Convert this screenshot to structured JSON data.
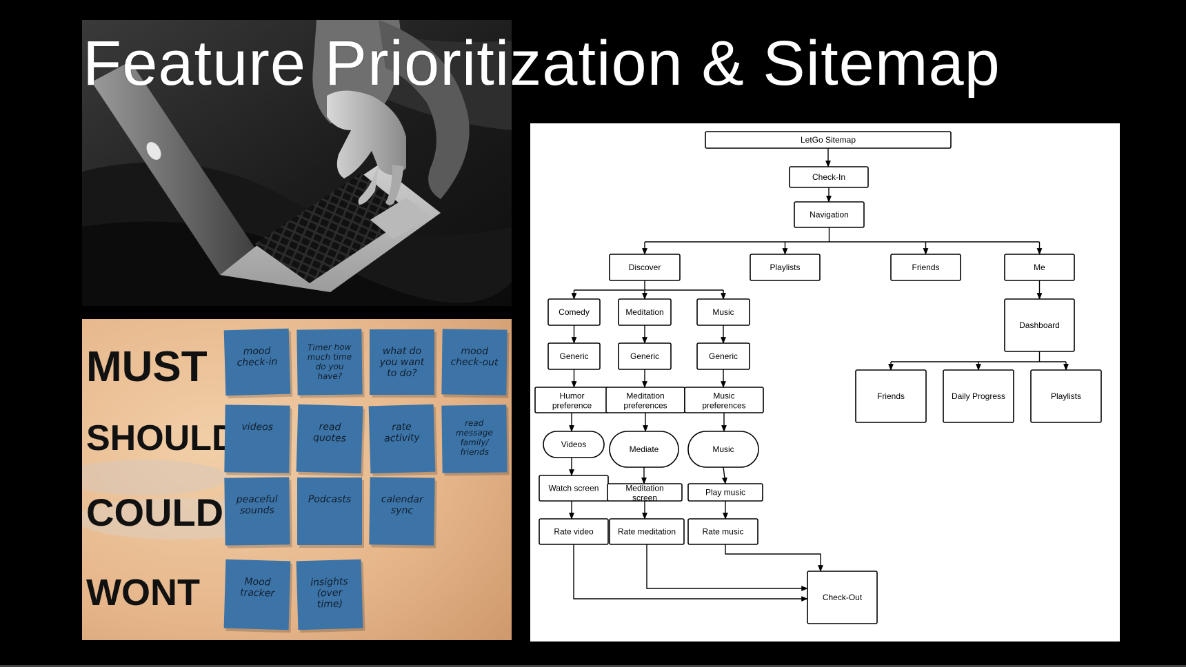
{
  "slide": {
    "title": "Feature Prioritization & Sitemap",
    "background": "#000000"
  },
  "priority_board": {
    "rows": [
      {
        "label": "MUST",
        "notes": [
          "mood check-in",
          "Timer how much time do you have?",
          "what do you want to do?",
          "mood check-out"
        ]
      },
      {
        "label": "SHOULD",
        "notes": [
          "videos",
          "read quotes",
          "rate activity",
          "read message family/ friends"
        ]
      },
      {
        "label": "COULD",
        "notes": [
          "peaceful sounds",
          "Podcasts",
          "calendar sync"
        ]
      },
      {
        "label": "WONT",
        "notes": [
          "Mood tracker",
          "insights (over time)"
        ]
      }
    ],
    "note_color": "#3d74a8",
    "wall_color": "#e9bd93"
  },
  "sitemap": {
    "nodes": [
      {
        "id": "root",
        "label": "LetGo Sitemap"
      },
      {
        "id": "checkin",
        "label": "Check-In"
      },
      {
        "id": "nav",
        "label": "Navigation"
      },
      {
        "id": "discover",
        "label": "Discover"
      },
      {
        "id": "playlists",
        "label": "Playlists"
      },
      {
        "id": "friends",
        "label": "Friends"
      },
      {
        "id": "me",
        "label": "Me"
      },
      {
        "id": "comedy",
        "label": "Comedy"
      },
      {
        "id": "meditation",
        "label": "Meditation"
      },
      {
        "id": "music",
        "label": "Music"
      },
      {
        "id": "generic1",
        "label": "Generic"
      },
      {
        "id": "generic2",
        "label": "Generic"
      },
      {
        "id": "generic3",
        "label": "Generic"
      },
      {
        "id": "humor",
        "label": "Humor preference"
      },
      {
        "id": "medpref",
        "label": "Meditation preferences"
      },
      {
        "id": "musicpref",
        "label": "Music preferences"
      },
      {
        "id": "videos",
        "label": "Videos"
      },
      {
        "id": "mediate",
        "label": "Mediate"
      },
      {
        "id": "music2",
        "label": "Music"
      },
      {
        "id": "watch",
        "label": "Watch screen"
      },
      {
        "id": "medscreen",
        "label": "Meditation screen"
      },
      {
        "id": "play",
        "label": "Play music"
      },
      {
        "id": "ratevideo",
        "label": "Rate video"
      },
      {
        "id": "ratemed",
        "label": "Rate meditation"
      },
      {
        "id": "ratemusic",
        "label": "Rate music"
      },
      {
        "id": "checkout",
        "label": "Check-Out"
      },
      {
        "id": "dashboard",
        "label": "Dashboard"
      },
      {
        "id": "friends2",
        "label": "Friends"
      },
      {
        "id": "progress",
        "label": "Daily Progress"
      },
      {
        "id": "playlists2",
        "label": "Playlists"
      }
    ]
  }
}
